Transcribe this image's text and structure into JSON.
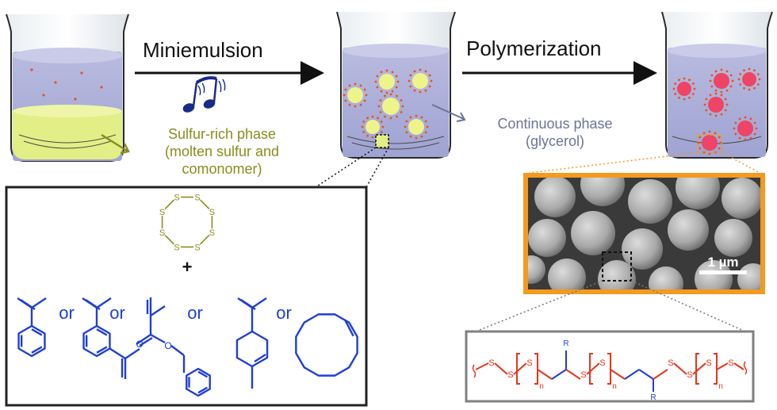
{
  "steps": {
    "miniemulsion": "Miniemulsion",
    "polymerization": "Polymerization"
  },
  "labels": {
    "sulfur_phase": [
      "Sulfur-rich phase",
      "(molten sulfur and",
      "comonomer)"
    ],
    "continuous_phase": [
      "Continuous phase",
      "(glycerol)"
    ],
    "scale_bar": "1 µm"
  },
  "chemistry": {
    "sulfur_atom": "S",
    "plus": "+",
    "or": "or",
    "oxygen": "O",
    "methyl": "R",
    "repeat_n": "n"
  },
  "colors": {
    "sulfur": "#8c8c1e",
    "comonomer": "#1f3fd6",
    "polymer": "#e8341c",
    "continuous": "#6b7399",
    "sulfur_phase_text": "#8c8c1e",
    "droplet_yellow": "#eef48a",
    "particle_pink": "#ee4466",
    "orange_frame": "#f39a1f",
    "music_note": "#1a2a88"
  }
}
